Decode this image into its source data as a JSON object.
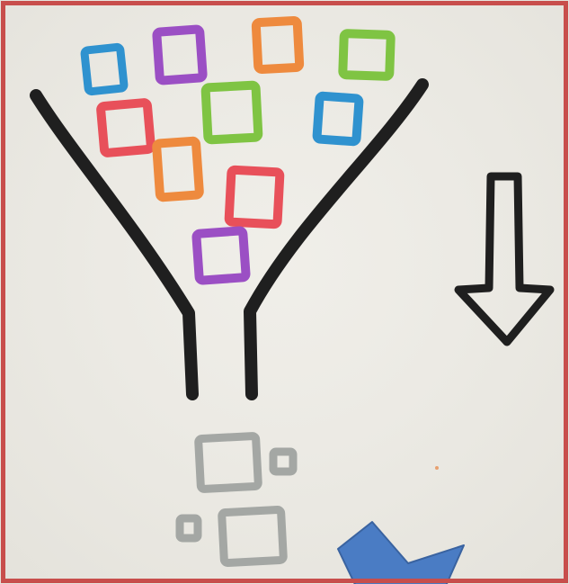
{
  "image": {
    "background_color": "#eceae3",
    "border_color": "#c84e4c",
    "ink_color": "#1f1f1f",
    "output_square_color": "#a4a7a4",
    "pointer_color": "#4a7cc4",
    "square_colors": {
      "blue": "#2f92cf",
      "purple": "#9b4fc4",
      "orange": "#ee8a3e",
      "green": "#7fc443",
      "red": "#e8505a"
    },
    "input_squares": [
      {
        "color": "blue"
      },
      {
        "color": "purple"
      },
      {
        "color": "orange"
      },
      {
        "color": "green"
      },
      {
        "color": "red"
      },
      {
        "color": "green"
      },
      {
        "color": "blue"
      },
      {
        "color": "orange"
      },
      {
        "color": "red"
      },
      {
        "color": "purple"
      }
    ],
    "output_squares_count": 4,
    "icons": [
      "funnel-icon",
      "down-arrow-icon",
      "pointer-arrow-icon"
    ]
  }
}
